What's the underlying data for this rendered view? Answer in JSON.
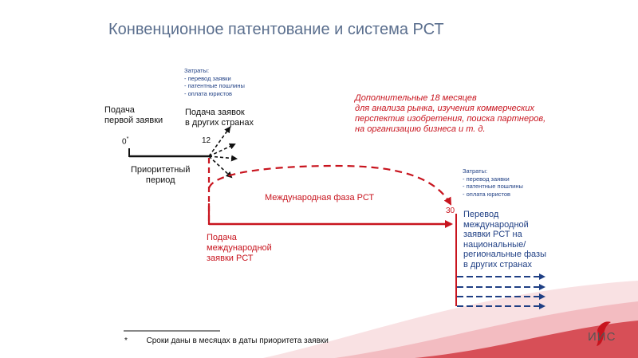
{
  "title": "Конвенционное патентование и система РСТ",
  "costs_top": "Затраты:\n- перевод заявки\n- патентные пошлины\n- оплата юристов",
  "first_filing": "Подача\nпервой заявки",
  "other_countries": "Подача заявок\nв других странах",
  "extra_months": "Дополнительные 18 месяцев\nдля анализа рынка, изучения коммерческих\nперспектив изобретения, поиска партнеров,\nна организацию бизнеса и т. д.",
  "mark_zero": "0",
  "mark_zero_star": "*",
  "mark_twelve": "12",
  "mark_thirty": "30",
  "priority_period": "Приоритетный\nпериод",
  "international_phase": "Международная фаза РСТ",
  "pct_filing": "Подача\nмеждународной\nзаявки РСТ",
  "costs_right": "Затраты:\n- перевод заявки\n- патентные пошлины\n- оплата юристов",
  "national_phase": "Перевод\nмеждународной\nзаявки РСТ на\nнациональные/\nрегиональные фазы\nв других странах",
  "footnote_star": "*",
  "footnote_text": "Сроки даны в месяцах в даты приоритета заявки",
  "logo_text": "ИИС",
  "colors": {
    "red": "#c8141e",
    "navy": "#1f3f84",
    "title": "#5b6f8e",
    "black": "#111111"
  }
}
